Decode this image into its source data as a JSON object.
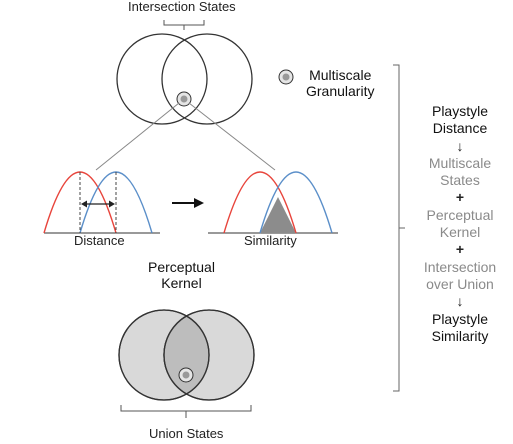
{
  "labels": {
    "intersection_states": "Intersection States",
    "multiscale_granularity_line1": "Multiscale",
    "multiscale_granularity_line2": "Granularity",
    "distance": "Distance",
    "similarity": "Similarity",
    "perceptual_kernel_line1": "Perceptual",
    "perceptual_kernel_line2": "Kernel",
    "union_states": "Union States"
  },
  "flow": [
    {
      "text": "Playstyle",
      "tone": "dark"
    },
    {
      "text": "Distance",
      "tone": "dark"
    },
    {
      "text": "↓",
      "tone": "sym"
    },
    {
      "text": "Multiscale",
      "tone": "grey"
    },
    {
      "text": "States",
      "tone": "grey"
    },
    {
      "text": "+",
      "tone": "sym"
    },
    {
      "text": "Perceptual",
      "tone": "grey"
    },
    {
      "text": "Kernel",
      "tone": "grey"
    },
    {
      "text": "+",
      "tone": "sym"
    },
    {
      "text": "Intersection",
      "tone": "grey"
    },
    {
      "text": "over Union",
      "tone": "grey"
    },
    {
      "text": "↓",
      "tone": "sym"
    },
    {
      "text": "Playstyle",
      "tone": "dark"
    },
    {
      "text": "Similarity",
      "tone": "dark"
    }
  ],
  "colors": {
    "red_curve": "#e8453c",
    "blue_curve": "#5b8fc9",
    "union_fill": "#d9d9d9",
    "intersection_fill": "#bdbdbd",
    "overlap_fill": "#8c8c8c"
  }
}
